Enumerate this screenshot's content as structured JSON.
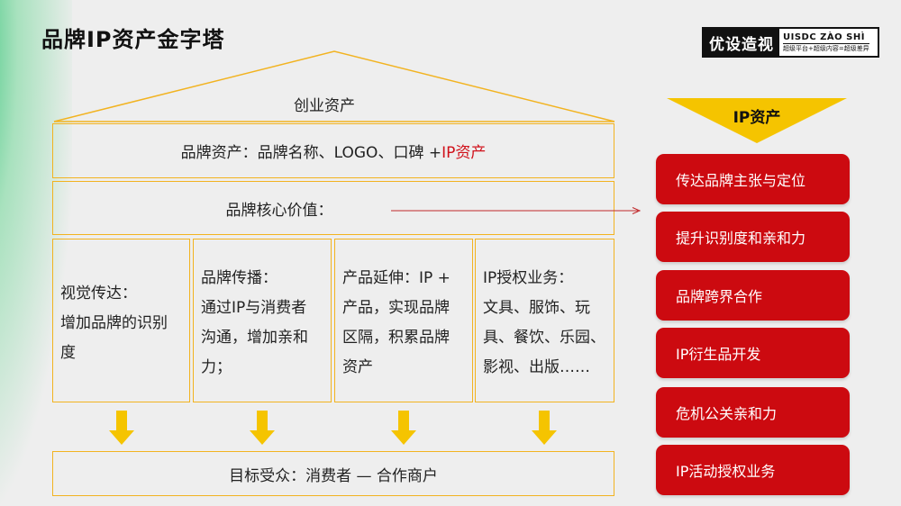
{
  "title": "品牌IP资产金字塔",
  "logo": {
    "main": "优设造视",
    "en": "UISDC ZÀO SHÌ",
    "sub": "超级平台+超级内容=超级差异"
  },
  "pyramid": {
    "roof": "创业资产",
    "row1_prefix": "品牌资产：品牌名称、LOGO、口碑 + ",
    "row1_highlight": "IP资产",
    "row2": "品牌核心价值：",
    "columns": [
      {
        "lines": [
          "视觉传达：",
          "增加品牌的识别",
          "度"
        ]
      },
      {
        "lines": [
          "品牌传播：",
          "通过IP与消费者",
          "沟通，增加亲和",
          "力；"
        ]
      },
      {
        "lines": [
          "产品延伸：IP +",
          "产品，实现品牌",
          "区隔，积累品牌",
          "资产"
        ]
      },
      {
        "lines": [
          "IP授权业务：",
          "文具、服饰、玩",
          "具、餐饮、乐园、",
          "影视、出版……"
        ]
      }
    ],
    "bottom": "目标受众：消费者 — 合作商户"
  },
  "ip_panel": {
    "label": "IP资产",
    "items": [
      "传达品牌主张与定位",
      "提升识别度和亲和力",
      "品牌跨界合作",
      "IP衍生品开发",
      "危机公关亲和力",
      "IP活动授权业务"
    ]
  },
  "colors": {
    "accent_yellow": "#f5c400",
    "border_yellow": "#f2b320",
    "red": "#cc0a10",
    "text_red": "#d0101a"
  }
}
